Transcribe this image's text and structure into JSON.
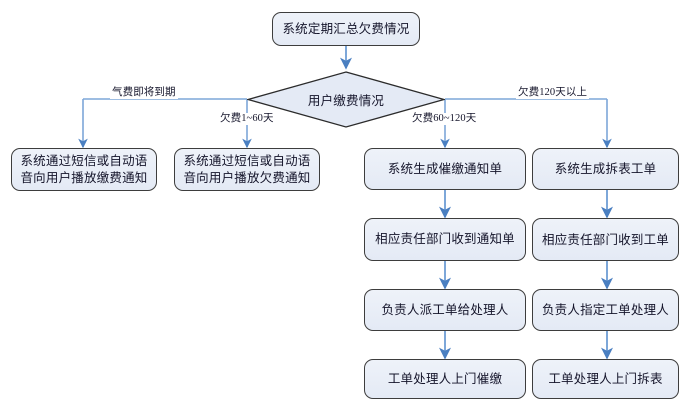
{
  "diagram": {
    "type": "flowchart",
    "title_node": {
      "label": "系统定期汇总欠费情况"
    },
    "decision": {
      "label": "用户缴费情况"
    },
    "branch_labels": {
      "b1": "气费即将到期",
      "b2": "欠费1~60天",
      "b3": "欠费60~120天",
      "b4": "欠费120天以上"
    },
    "columns": [
      {
        "id": "col1",
        "nodes": [
          {
            "label": "系统通过短信或自动语音向用户播放缴费通知"
          }
        ]
      },
      {
        "id": "col2",
        "nodes": [
          {
            "label": "系统通过短信或自动语音向用户播放欠费通知"
          }
        ]
      },
      {
        "id": "col3",
        "nodes": [
          {
            "label": "系统生成催缴通知单"
          },
          {
            "label": "相应责任部门收到通知单"
          },
          {
            "label": "负责人派工单给处理人"
          },
          {
            "label": "工单处理人上门催缴"
          }
        ]
      },
      {
        "id": "col4",
        "nodes": [
          {
            "label": "系统生成拆表工单"
          },
          {
            "label": "相应责任部门收到工单"
          },
          {
            "label": "负责人指定工单处理人"
          },
          {
            "label": "工单处理人上门拆表"
          }
        ]
      }
    ],
    "colors": {
      "node_fill": "#e8eef7",
      "node_border": "#3d3d3d",
      "connector": "#7da7d9",
      "arrow": "#4a7fc1",
      "text": "#14142a",
      "background": "#ffffff"
    }
  }
}
